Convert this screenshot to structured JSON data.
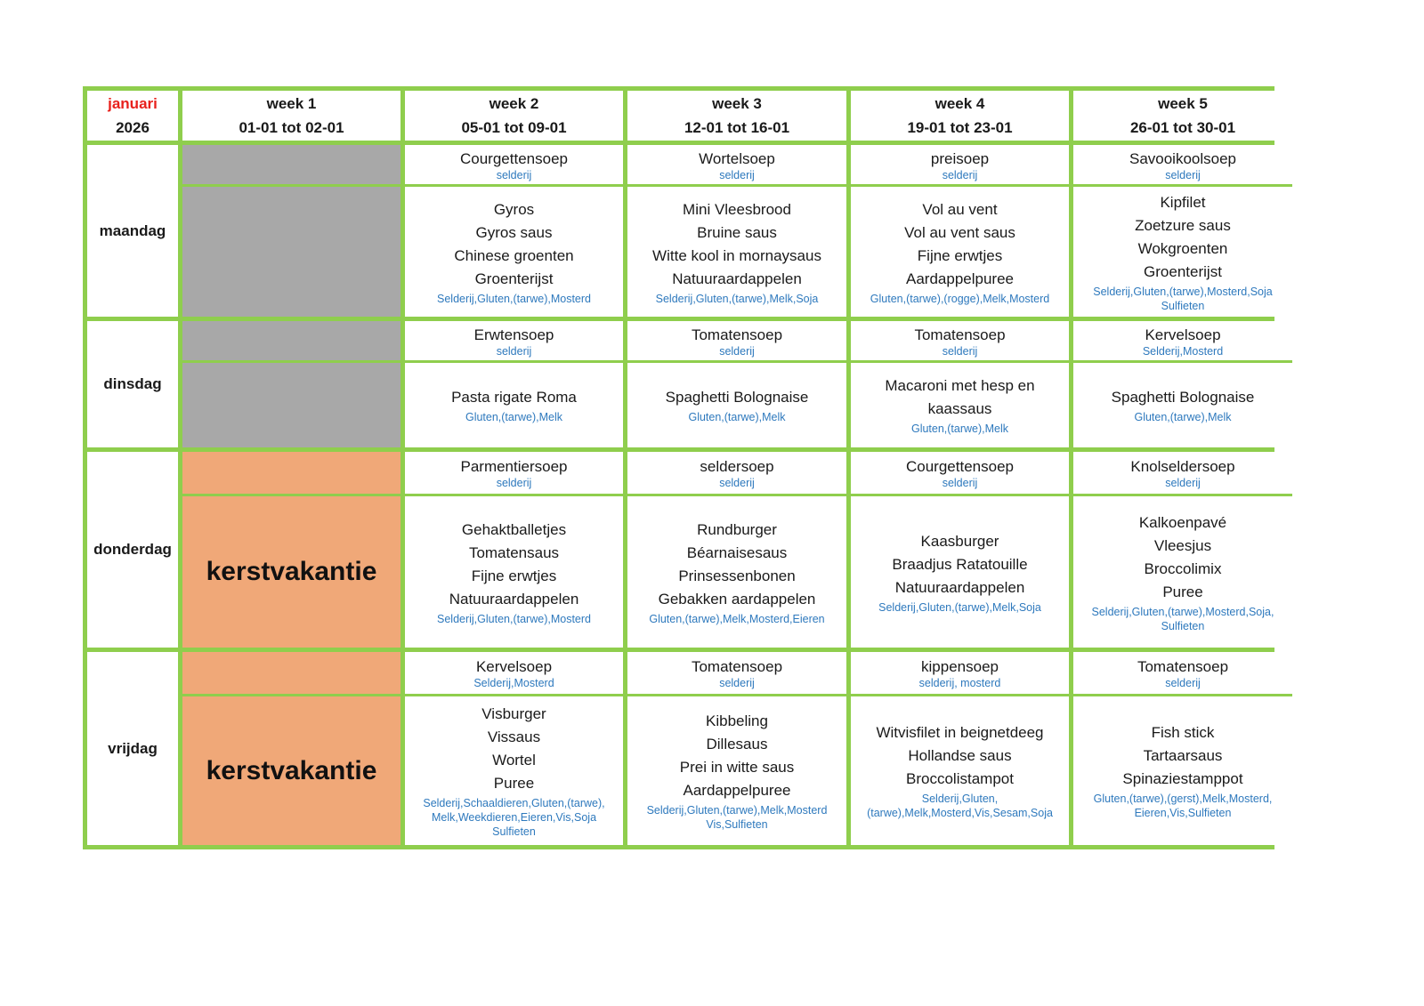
{
  "colors": {
    "grid_green": "#8FCE4D",
    "closed_gray": "#A8A8A8",
    "vacation_orange": "#F0A878",
    "allergen_blue": "#2E79BD",
    "month_red": "#E8211C"
  },
  "header": {
    "month": "januari",
    "year": "2026",
    "weeks": [
      {
        "label": "week 1",
        "dates": "01-01 tot 02-01"
      },
      {
        "label": "week 2",
        "dates": "05-01 tot 09-01"
      },
      {
        "label": "week 3",
        "dates": "12-01 tot 16-01"
      },
      {
        "label": "week 4",
        "dates": "19-01 tot 23-01"
      },
      {
        "label": "week 5",
        "dates": "26-01 tot 30-01"
      }
    ]
  },
  "days": [
    {
      "name": "maandag",
      "week1": {
        "status": "closed"
      },
      "week2": {
        "soup": "Courgettensoep",
        "soup_allergens": "selderij",
        "dishes": [
          "Gyros",
          "Gyros saus",
          "Chinese groenten",
          "Groenterijst"
        ],
        "dish_allergens": "Selderij,Gluten,(tarwe),Mosterd"
      },
      "week3": {
        "soup": "Wortelsoep",
        "soup_allergens": "selderij",
        "dishes": [
          "Mini Vleesbrood",
          "Bruine saus",
          "Witte kool in mornaysaus",
          "Natuuraardappelen"
        ],
        "dish_allergens": "Selderij,Gluten,(tarwe),Melk,Soja"
      },
      "week4": {
        "soup": "preisoep",
        "soup_allergens": "selderij",
        "dishes": [
          "Vol au vent",
          "Vol au vent saus",
          "Fijne erwtjes",
          "Aardappelpuree"
        ],
        "dish_allergens": "Gluten,(tarwe),(rogge),Melk,Mosterd"
      },
      "week5": {
        "soup": "Savooikoolsoep",
        "soup_allergens": "selderij",
        "dishes": [
          "Kipfilet",
          "Zoetzure saus",
          "Wokgroenten",
          "Groenterijst"
        ],
        "dish_allergens": "Selderij,Gluten,(tarwe),Mosterd,Soja Sulfieten"
      }
    },
    {
      "name": "dinsdag",
      "week1": {
        "status": "closed"
      },
      "week2": {
        "soup": "Erwtensoep",
        "soup_allergens": "selderij",
        "dishes": [
          "Pasta rigate Roma"
        ],
        "dish_allergens": "Gluten,(tarwe),Melk"
      },
      "week3": {
        "soup": "Tomatensoep",
        "soup_allergens": "selderij",
        "dishes": [
          "Spaghetti Bolognaise"
        ],
        "dish_allergens": "Gluten,(tarwe),Melk"
      },
      "week4": {
        "soup": "Tomatensoep",
        "soup_allergens": "selderij",
        "dishes": [
          "Macaroni met hesp en kaassaus"
        ],
        "dish_allergens": "Gluten,(tarwe),Melk"
      },
      "week5": {
        "soup": "Kervelsoep",
        "soup_allergens": "Selderij,Mosterd",
        "dishes": [
          "Spaghetti Bolognaise"
        ],
        "dish_allergens": "Gluten,(tarwe),Melk"
      }
    },
    {
      "name": "donderdag",
      "week1": {
        "status": "vacation",
        "label": "kerstvakantie"
      },
      "week2": {
        "soup": "Parmentiersoep",
        "soup_allergens": "selderij",
        "dishes": [
          "Gehaktballetjes",
          "Tomatensaus",
          "Fijne erwtjes",
          "Natuuraardappelen"
        ],
        "dish_allergens": "Selderij,Gluten,(tarwe),Mosterd"
      },
      "week3": {
        "soup": "seldersoep",
        "soup_allergens": "selderij",
        "dishes": [
          "Rundburger",
          "Béarnaisesaus",
          "Prinsessenbonen",
          "Gebakken aardappelen"
        ],
        "dish_allergens": "Gluten,(tarwe),Melk,Mosterd,Eieren"
      },
      "week4": {
        "soup": "Courgettensoep",
        "soup_allergens": "selderij",
        "dishes": [
          "Kaasburger",
          "Braadjus Ratatouille",
          "Natuuraardappelen"
        ],
        "dish_allergens": "Selderij,Gluten,(tarwe),Melk,Soja"
      },
      "week5": {
        "soup": "Knolseldersoep",
        "soup_allergens": "selderij",
        "dishes": [
          "Kalkoenpavé",
          "Vleesjus",
          "Broccolimix",
          "Puree"
        ],
        "dish_allergens": "Selderij,Gluten,(tarwe),Mosterd,Soja, Sulfieten"
      }
    },
    {
      "name": "vrijdag",
      "week1": {
        "status": "vacation",
        "label": "kerstvakantie"
      },
      "week2": {
        "soup": "Kervelsoep",
        "soup_allergens": "Selderij,Mosterd",
        "dishes": [
          "Visburger",
          "Vissaus",
          "Wortel",
          "Puree"
        ],
        "dish_allergens": "Selderij,Schaaldieren,Gluten,(tarwe), Melk,Weekdieren,Eieren,Vis,Soja Sulfieten"
      },
      "week3": {
        "soup": "Tomatensoep",
        "soup_allergens": "selderij",
        "dishes": [
          "Kibbeling",
          "Dillesaus",
          "Prei in witte saus",
          "Aardappelpuree"
        ],
        "dish_allergens": "Selderij,Gluten,(tarwe),Melk,Mosterd Vis,Sulfieten"
      },
      "week4": {
        "soup": "kippensoep",
        "soup_allergens": "selderij, mosterd",
        "dishes": [
          "Witvisfilet in beignetdeeg",
          "Hollandse saus",
          "Broccolistampot"
        ],
        "dish_allergens": "Selderij,Gluten,(tarwe),Melk,Mosterd,Vis,Sesam,Soja"
      },
      "week5": {
        "soup": "Tomatensoep",
        "soup_allergens": "selderij",
        "dishes": [
          "Fish stick",
          "Tartaarsaus",
          "Spinaziestamppot"
        ],
        "dish_allergens": "Gluten,(tarwe),(gerst),Melk,Mosterd, Eieren,Vis,Sulfieten"
      }
    }
  ]
}
